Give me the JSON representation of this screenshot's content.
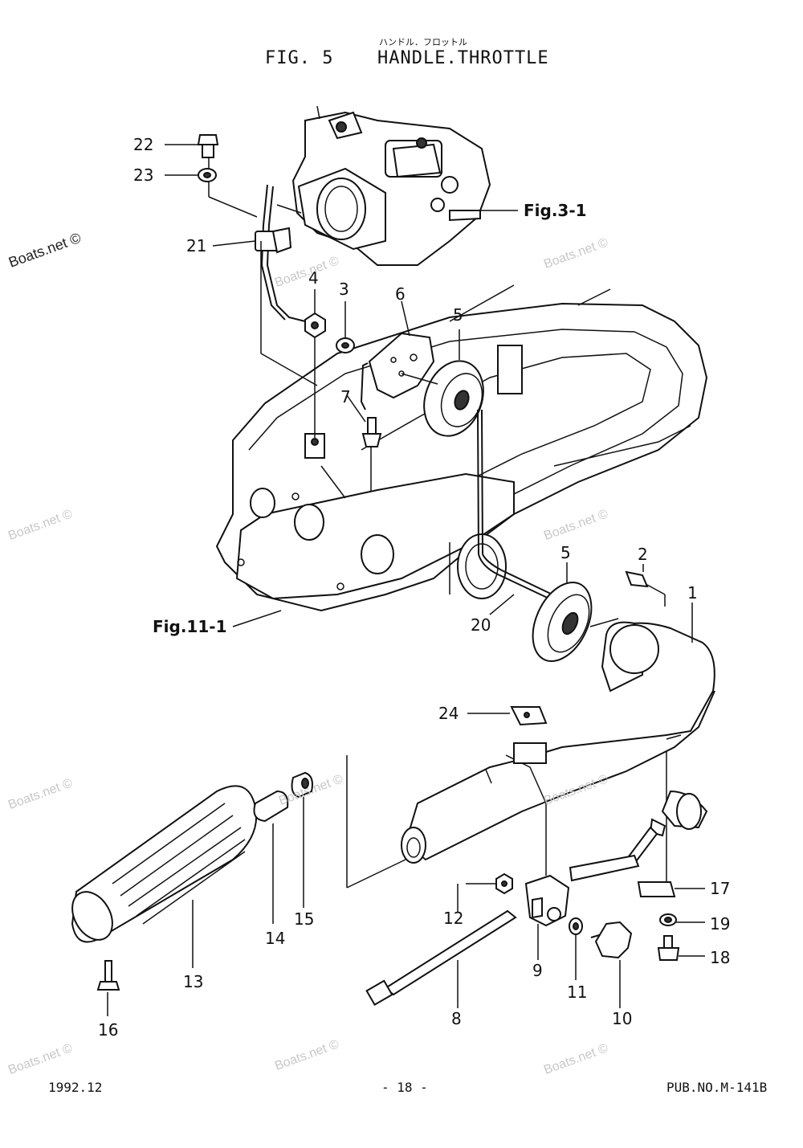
{
  "title": {
    "japanese": "ハンドル．フロットル",
    "fig": "FIG.  5",
    "name": "HANDLE.THROTTLE"
  },
  "refs": {
    "fig3": "Fig.3-1",
    "fig11": "Fig.11-1"
  },
  "callouts": {
    "c1": "1",
    "c2": "2",
    "c3": "3",
    "c4": "4",
    "c5a": "5",
    "c5b": "5",
    "c6": "6",
    "c7": "7",
    "c8": "8",
    "c9": "9",
    "c10": "10",
    "c11": "11",
    "c12": "12",
    "c13": "13",
    "c14": "14",
    "c15": "15",
    "c16": "16",
    "c17": "17",
    "c18": "18",
    "c19": "19",
    "c20": "20",
    "c21": "21",
    "c22": "22",
    "c23": "23",
    "c24": "24"
  },
  "watermark": "Boats.net ©",
  "footer": {
    "date": "1992.12",
    "page": "- 18 -",
    "pub": "PUB.NO.M-141B"
  }
}
